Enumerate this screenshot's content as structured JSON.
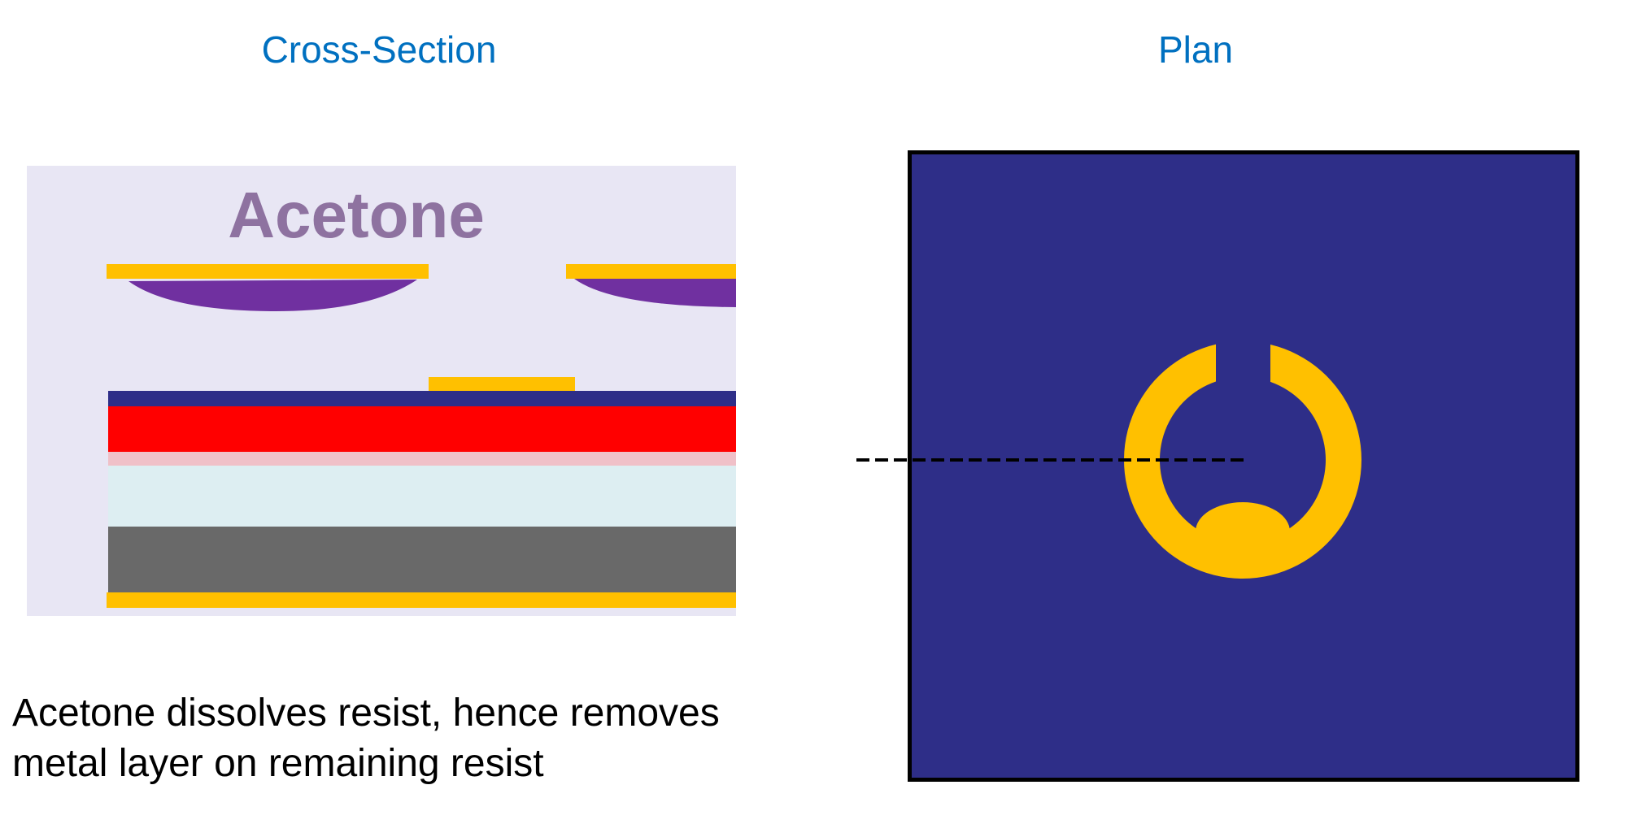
{
  "titles": {
    "cross_section": "Cross-Section",
    "plan": "Plan"
  },
  "cross_section": {
    "solvent_label": "Acetone",
    "layers_top_to_bottom": [
      {
        "name": "passivation",
        "color": "#2E2E88"
      },
      {
        "name": "red-layer",
        "color": "#FF0000"
      },
      {
        "name": "pink-layer",
        "color": "#F0C0C8"
      },
      {
        "name": "light-cyan-layer",
        "color": "#DDEEF2"
      },
      {
        "name": "substrate",
        "color": "#696969"
      },
      {
        "name": "back-metal",
        "color": "#FFC000"
      }
    ],
    "lifted_metal_pieces": 2,
    "remaining_metal_pad": 1
  },
  "caption": {
    "line1": "Acetone dissolves resist, hence removes",
    "line2": "metal layer on remaining resist"
  },
  "colors": {
    "title": "#0070C0",
    "solvent_text": "#8E72A0",
    "solvent_bg": "#E8E6F4",
    "metal": "#FFC000",
    "resist": "#7030A0",
    "plan_fill": "#2E2E88",
    "outline": "#000000"
  }
}
